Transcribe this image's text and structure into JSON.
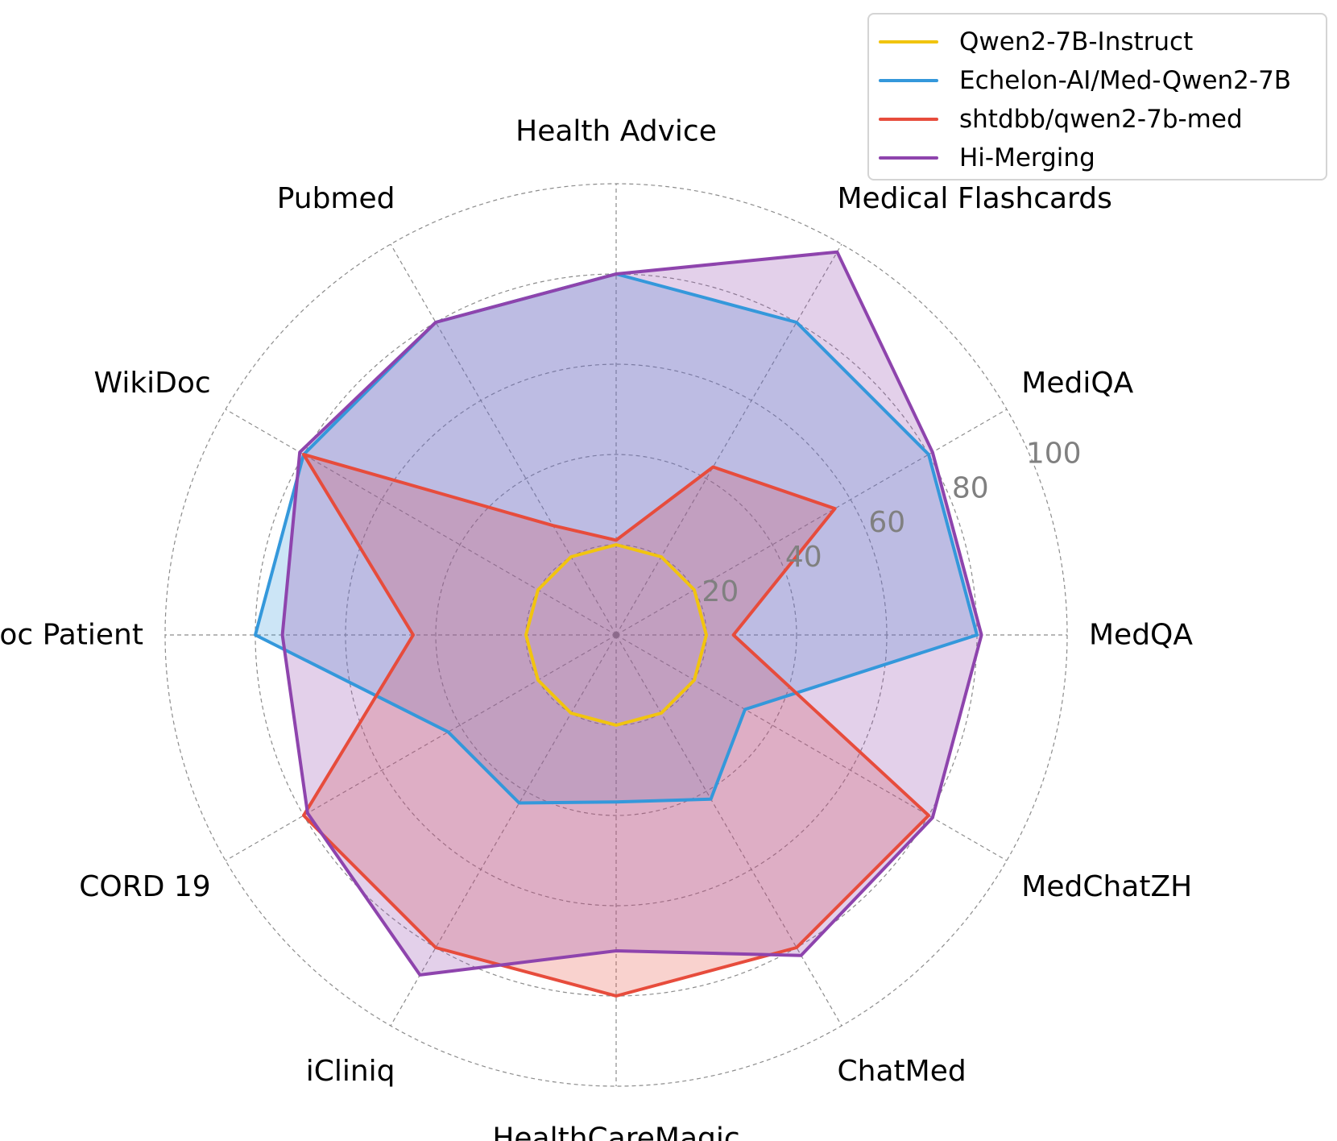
{
  "chart_data": {
    "type": "radar",
    "categories": [
      "MedQA",
      "MediQA",
      "Medical Flashcards",
      "Health Advice",
      "Pubmed",
      "WikiDoc",
      "WikiDoc Patient",
      "CORD 19",
      "iCliniq",
      "HealthCareMagic",
      "ChatMed",
      "MedChatZH"
    ],
    "r_ticks": [
      "20",
      "40",
      "60",
      "80",
      "100"
    ],
    "rlim": [
      0,
      100
    ],
    "grid": true,
    "legend_position": "top-right",
    "series": [
      {
        "name": "Qwen2-7B-Instruct",
        "color": "#f1c40f",
        "fill": false,
        "values": [
          20,
          20,
          20,
          20,
          20,
          20,
          20,
          20,
          20,
          20,
          20,
          20
        ]
      },
      {
        "name": "Echelon-AI/Med-Qwen2-7B",
        "color": "#3498db",
        "fill": true,
        "values": [
          80,
          80,
          80,
          80,
          80,
          80,
          80,
          43,
          43,
          37,
          42,
          33
        ]
      },
      {
        "name": "shtdbb/qwen2-7b-med",
        "color": "#e74c3c",
        "fill": true,
        "values": [
          26,
          56,
          43,
          21,
          28,
          80,
          45,
          80,
          80,
          80,
          80,
          80
        ]
      },
      {
        "name": "Hi-Merging",
        "color": "#8e44ad",
        "fill": true,
        "values": [
          81,
          81,
          98,
          80,
          80,
          81,
          74,
          79,
          87,
          70,
          82,
          81
        ]
      }
    ]
  }
}
